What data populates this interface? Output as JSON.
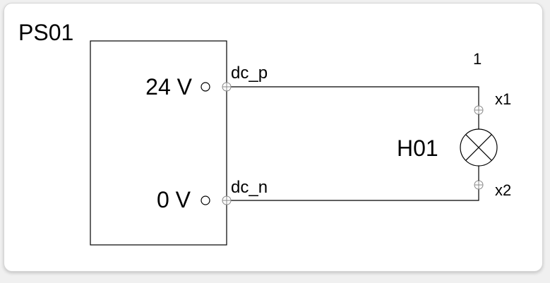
{
  "diagram": {
    "power_supply": {
      "tag": "PS01",
      "terminal_positive": "24 V",
      "terminal_negative": "0 V"
    },
    "wires": {
      "positive": "dc_p",
      "negative": "dc_n"
    },
    "lamp": {
      "tag": "H01",
      "index": "1",
      "pin_top": "x1",
      "pin_bottom": "x2"
    }
  }
}
